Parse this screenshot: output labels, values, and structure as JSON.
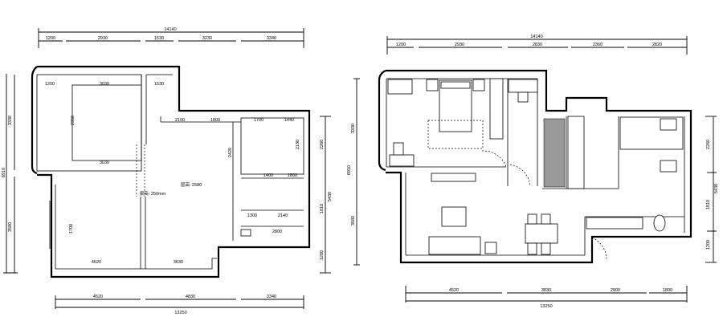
{
  "left_plan": {
    "top_total": "14140",
    "top_dims": [
      "1200",
      "2930",
      "1530",
      "3230",
      "3340"
    ],
    "left_dims": [
      "3330",
      "6910",
      "3580"
    ],
    "right_dims": [
      "2260",
      "5430",
      "1810",
      "1200"
    ],
    "bottom_dims": [
      "4520",
      "4830",
      "3340"
    ],
    "bottom_total": "13250",
    "interior_dims": [
      "1200",
      "3030",
      "1530",
      "2350",
      "3030",
      "2100",
      "1800",
      "1700",
      "1440",
      "2130",
      "2420",
      "1400",
      "1800",
      "1300",
      "2140",
      "2800",
      "1700",
      "4520",
      "3630"
    ],
    "ceiling_note": "层高: 2580",
    "beam_note": "梁高: 250mm"
  },
  "right_plan": {
    "top_total": "14140",
    "top_dims": [
      "1200",
      "2930",
      "2830",
      "2360",
      "2820"
    ],
    "left_dims": [
      "3330",
      "6910",
      "3580"
    ],
    "right_dims": [
      "2260",
      "5430",
      "1810",
      "1200"
    ],
    "bottom_dims": [
      "4520",
      "3830",
      "2900",
      "1800"
    ],
    "bottom_total": "13250"
  }
}
